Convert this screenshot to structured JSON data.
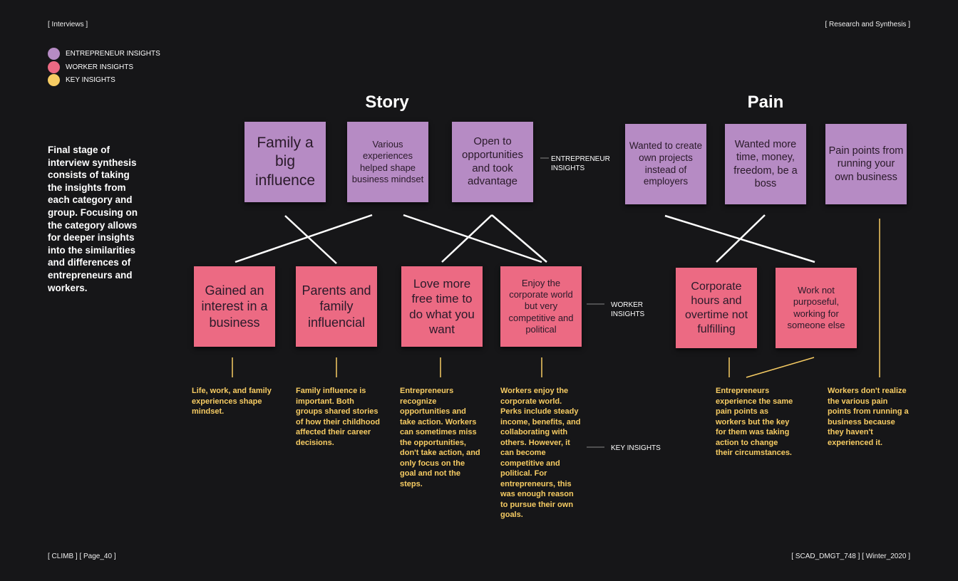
{
  "header": {
    "left": "[ Interviews ]",
    "right": "[ Research and Synthesis ]"
  },
  "footer": {
    "left": "[ CLIMB ] [ Page_40 ]",
    "right": "[ SCAD_DMGT_748 ] [ Winter_2020 ]"
  },
  "legend": [
    {
      "label": "ENTREPRENEUR INSIGHTS",
      "color": "#b68bc4"
    },
    {
      "label": "WORKER INSIGHTS",
      "color": "#ec6a83"
    },
    {
      "label": "KEY INSIGHTS",
      "color": "#f7cc63"
    }
  ],
  "intro": "Final stage of interview synthesis consists of taking the insights from each category and group. Focusing on the category allows for deeper insights into the similarities and differences of entrepreneurs and workers.",
  "sections": {
    "story": "Story",
    "pain": "Pain"
  },
  "entrepreneur_notes": [
    "Family a big influence",
    "Various experiences helped shape business mindset",
    "Open to opportunities and took advantage",
    "Wanted to create own projects instead of employers",
    "Wanted more time, money, freedom, be a boss",
    "Pain points from running your own business"
  ],
  "worker_notes": [
    "Gained an interest in a business",
    "Parents and family influencial",
    "Love more free time to do what you want",
    "Enjoy the corporate world but very competitive and political",
    "Corporate hours and overtime not fulfilling",
    "Work not purposeful, working for someone else"
  ],
  "row_labels": {
    "entrepreneur": "ENTREPRENEUR INSIGHTS",
    "worker": "WORKER INSIGHTS",
    "key": "KEY INSIGHTS"
  },
  "key_insights": [
    "Life, work, and family experiences shape mindset.",
    "Family influence is important. Both groups shared stories of how their childhood affected their career decisions.",
    "Entrepreneurs recognize opportunities and take action. Workers can sometimes miss the opportunities, don't take action, and only focus on the goal and not the steps.",
    "Workers enjoy the corporate world. Perks include steady income, benefits, and collaborating with others. However, it can become competitive and political. For entrepreneurs, this was enough reason to pursue their own goals.",
    "Entrepreneurs experience the same pain points as workers but the key for them was taking action to change their circumstances.",
    "Workers don't realize the various pain points from running a business because they haven't experienced it."
  ]
}
